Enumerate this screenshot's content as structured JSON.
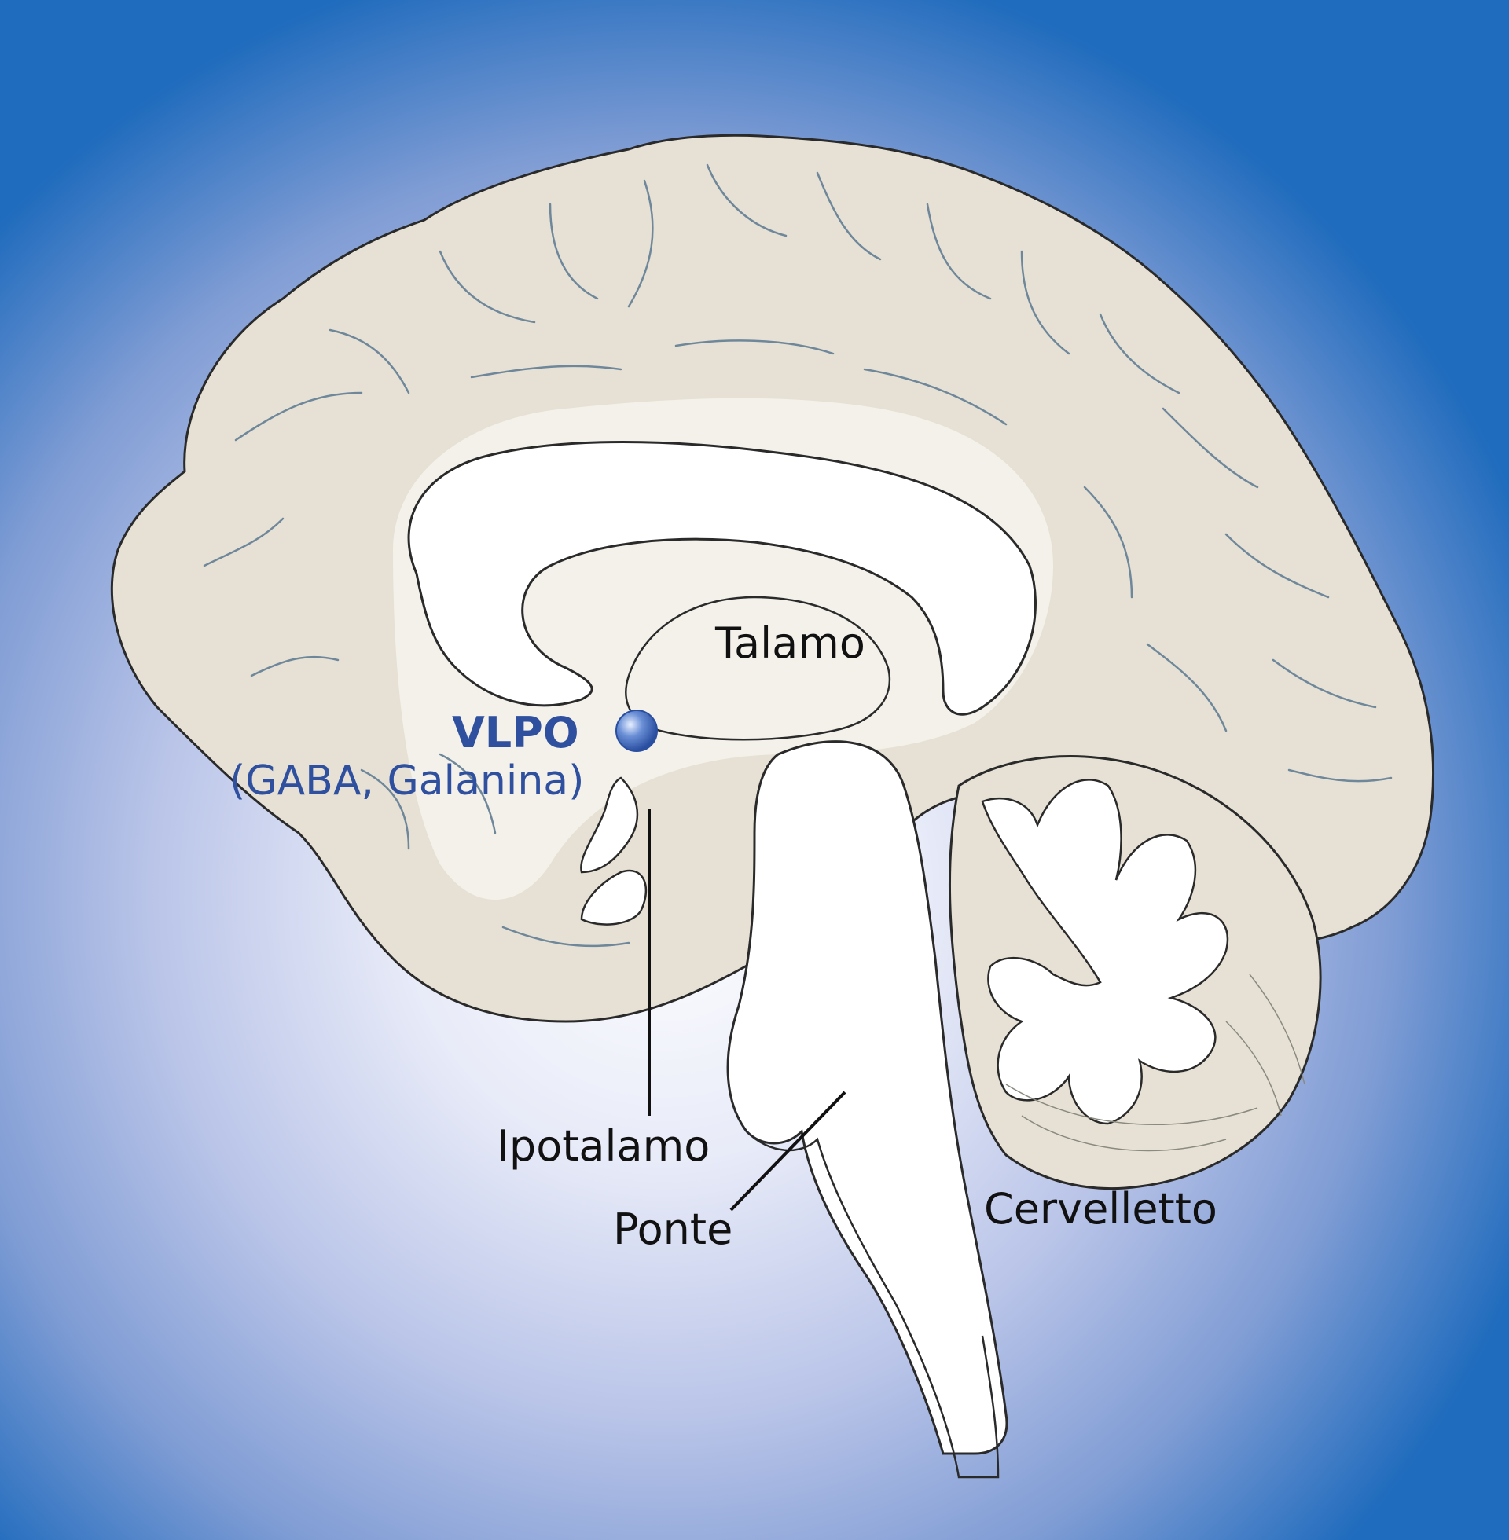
{
  "labels": {
    "talamo": "Talamo",
    "vlpo": "VLPO",
    "vlpo_sub": "(GABA, Galanina)",
    "ipotalamo": "Ipotalamo",
    "ponte": "Ponte",
    "cervelletto": "Cervelletto"
  },
  "colors": {
    "brain_fill": "#e6e1d4",
    "inner_fill": "#f3f1ea",
    "white_matter": "#ffffff",
    "vein": "#6f879a",
    "accent_blue": "#2f4f9f",
    "label": "#111111",
    "bg_edge": "#1f6bbd"
  },
  "markers": {
    "vlpo_marker": "blue-sphere"
  }
}
